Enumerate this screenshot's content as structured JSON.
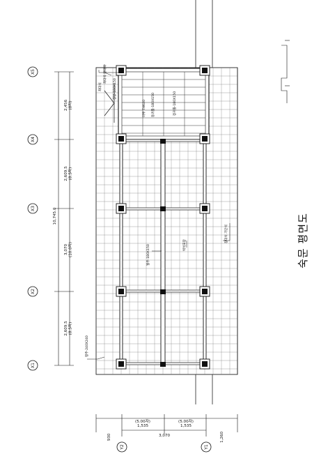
{
  "drawing": {
    "title": "숙문 평면도"
  },
  "grid_labels": {
    "x": [
      "X1",
      "X2",
      "X3",
      "X4",
      "X5"
    ],
    "y": [
      "Y1",
      "Y2"
    ]
  },
  "dimensions": {
    "total_length": "10,745.0",
    "spans": [
      {
        "value": "2,609.5",
        "unit": "(8.5자)"
      },
      {
        "value": "3,070",
        "unit": "(10.0자)"
      },
      {
        "value": "2,609.5",
        "unit": "(8.5자)"
      },
      {
        "value": "2,456",
        "unit": "(8자)"
      }
    ],
    "width": {
      "top_edge": "930",
      "inner_left": "1,535",
      "inner_left_unit": "(5.00자)",
      "total": "3,070",
      "inner_right": "1,535",
      "inner_right_unit": "(5.00자)",
      "bottom_edge": "1,260"
    }
  },
  "annotations": {
    "pillar": "평주-240X240",
    "lintel_main": "창방-180X150",
    "floor_board_top": "마루 THK40",
    "joist_1": "동귀틀-180X150",
    "joist_2": "장귀틀-180X150",
    "top_stone": "좌대석 장대석",
    "stone_slab": "좌대석",
    "paving": "박석포장",
    "mid_beam": "월주-180X150",
    "edge_stone": "장대석 기단석"
  }
}
